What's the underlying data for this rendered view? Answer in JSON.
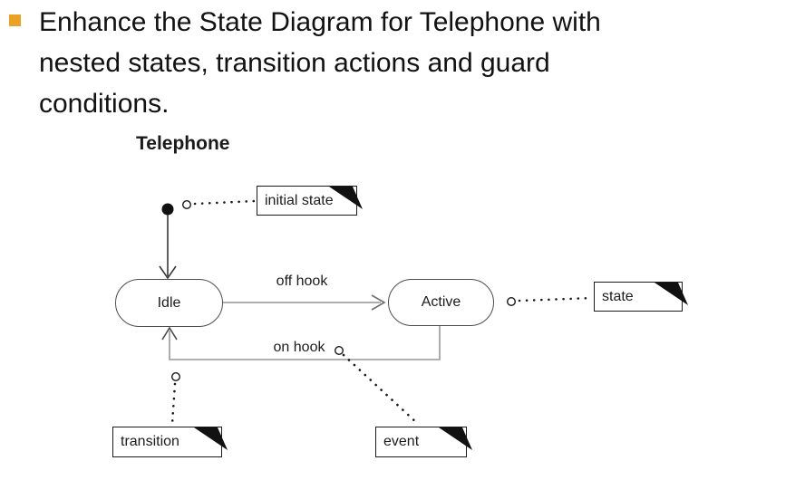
{
  "slide": {
    "heading_lines": [
      "Enhance the State Diagram for Telephone with",
      "nested states, transition actions and guard",
      "conditions."
    ],
    "bullet_color": "#E9A126",
    "background_color": "#ffffff",
    "text_color": "#121212"
  },
  "diagram": {
    "title": "Telephone",
    "type": "uml-state-diagram",
    "states": [
      {
        "id": "idle",
        "label": "Idle"
      },
      {
        "id": "active",
        "label": "Active"
      }
    ],
    "initial_marker": "filled-circle",
    "transitions": [
      {
        "from": "initial",
        "to": "Idle",
        "label": ""
      },
      {
        "from": "Idle",
        "to": "Active",
        "label": "off hook"
      },
      {
        "from": "Active",
        "to": "Idle",
        "label": "on hook"
      }
    ],
    "notes": [
      {
        "id": "initial-state",
        "label": "initial state",
        "attached_to": "initial marker"
      },
      {
        "id": "state",
        "label": "state",
        "attached_to": "Active"
      },
      {
        "id": "transition",
        "label": "transition",
        "attached_to": "on hook arrow"
      },
      {
        "id": "event",
        "label": "event",
        "attached_to": "on hook label"
      }
    ],
    "colors": {
      "state_border": "#4d4d4d",
      "transition_line": "#929292",
      "initial_arrow": "#383838",
      "note_border": "#1a1a1a",
      "note_fold": "#111111",
      "connector_dots": "#1a1a1a"
    }
  }
}
